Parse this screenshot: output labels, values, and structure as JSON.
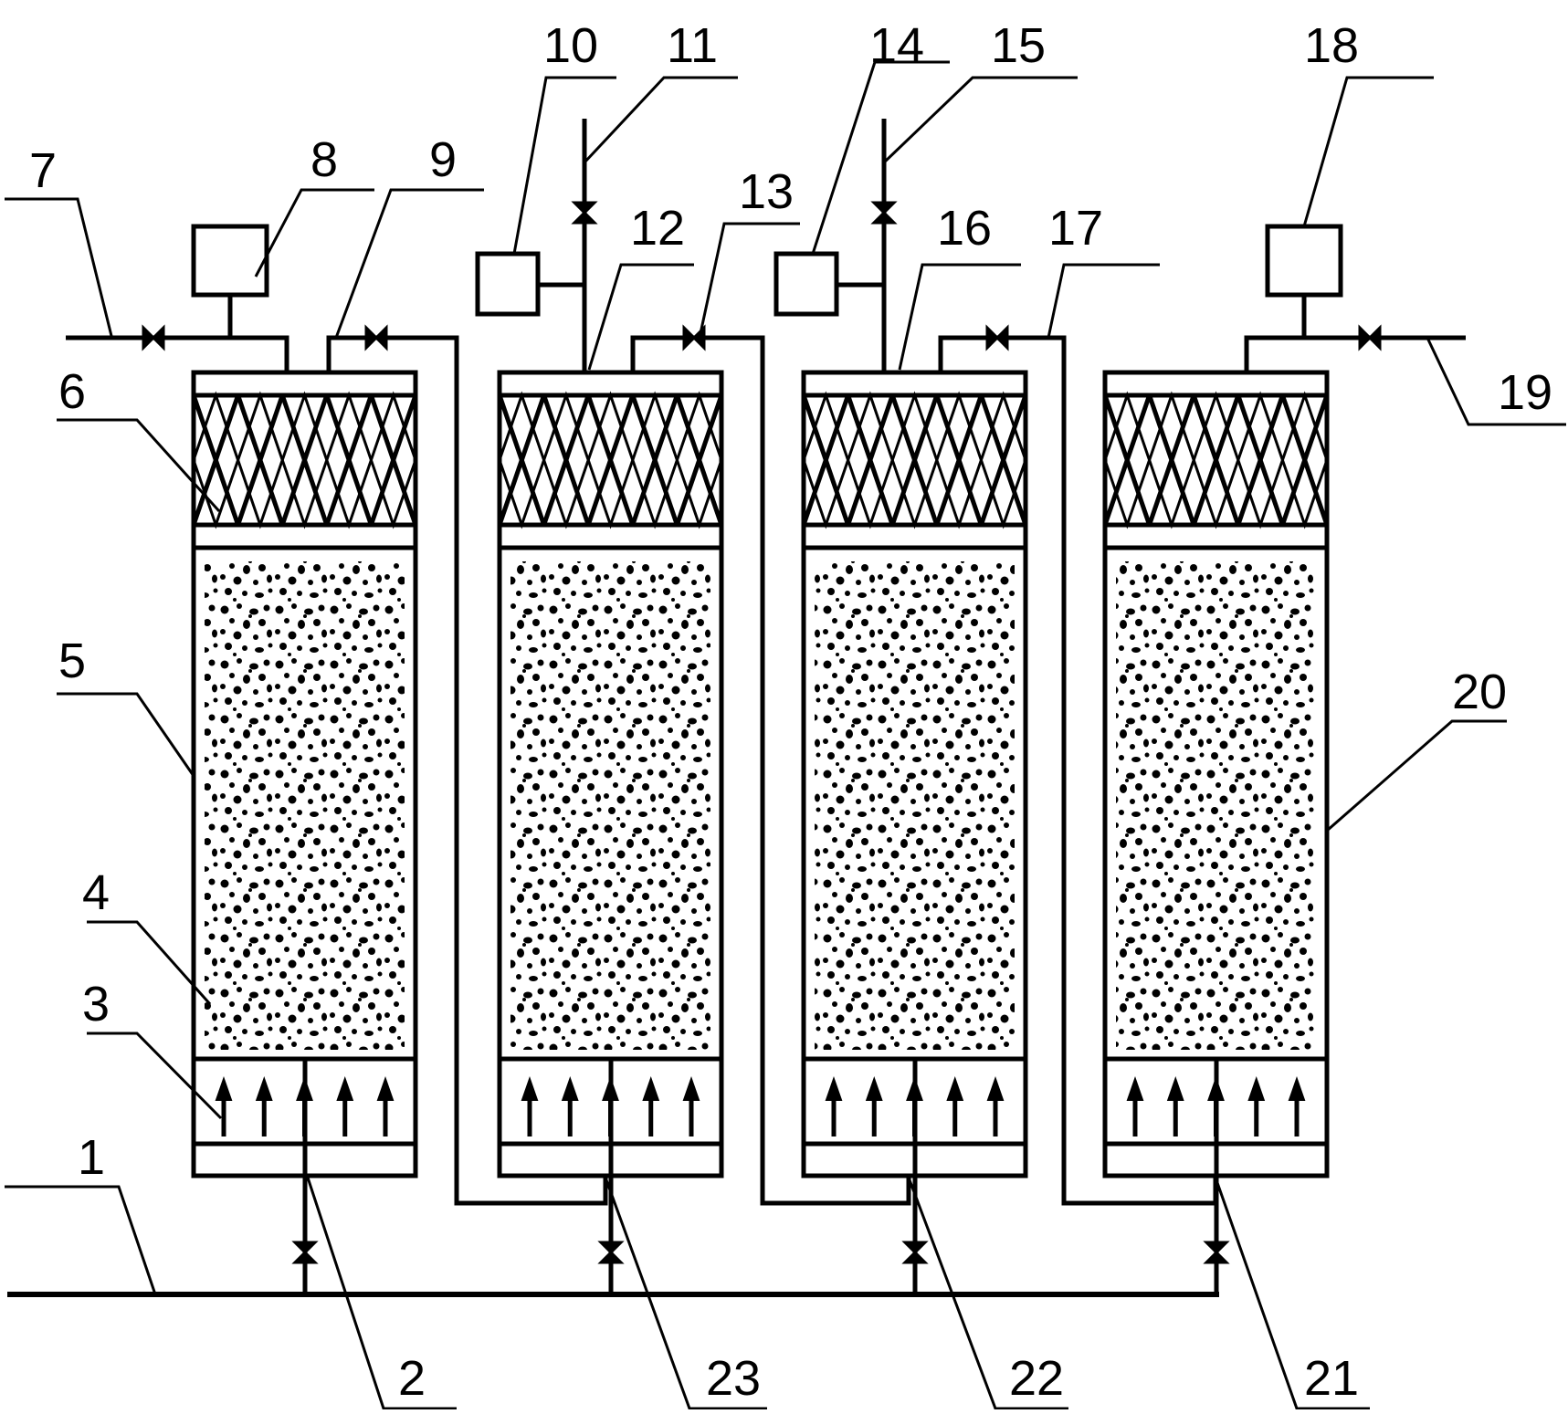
{
  "diagram": {
    "labels": {
      "l1": "1",
      "l2": "2",
      "l3": "3",
      "l4": "4",
      "l5": "5",
      "l6": "6",
      "l7": "7",
      "l8": "8",
      "l9": "9",
      "l10": "10",
      "l11": "11",
      "l12": "12",
      "l13": "13",
      "l14": "14",
      "l15": "15",
      "l16": "16",
      "l17": "17",
      "l18": "18",
      "l19": "19",
      "l20": "20",
      "l21": "21",
      "l22": "22",
      "l23": "23"
    },
    "columns": 4,
    "colors": {
      "line": "#000000",
      "background": "#ffffff"
    }
  }
}
